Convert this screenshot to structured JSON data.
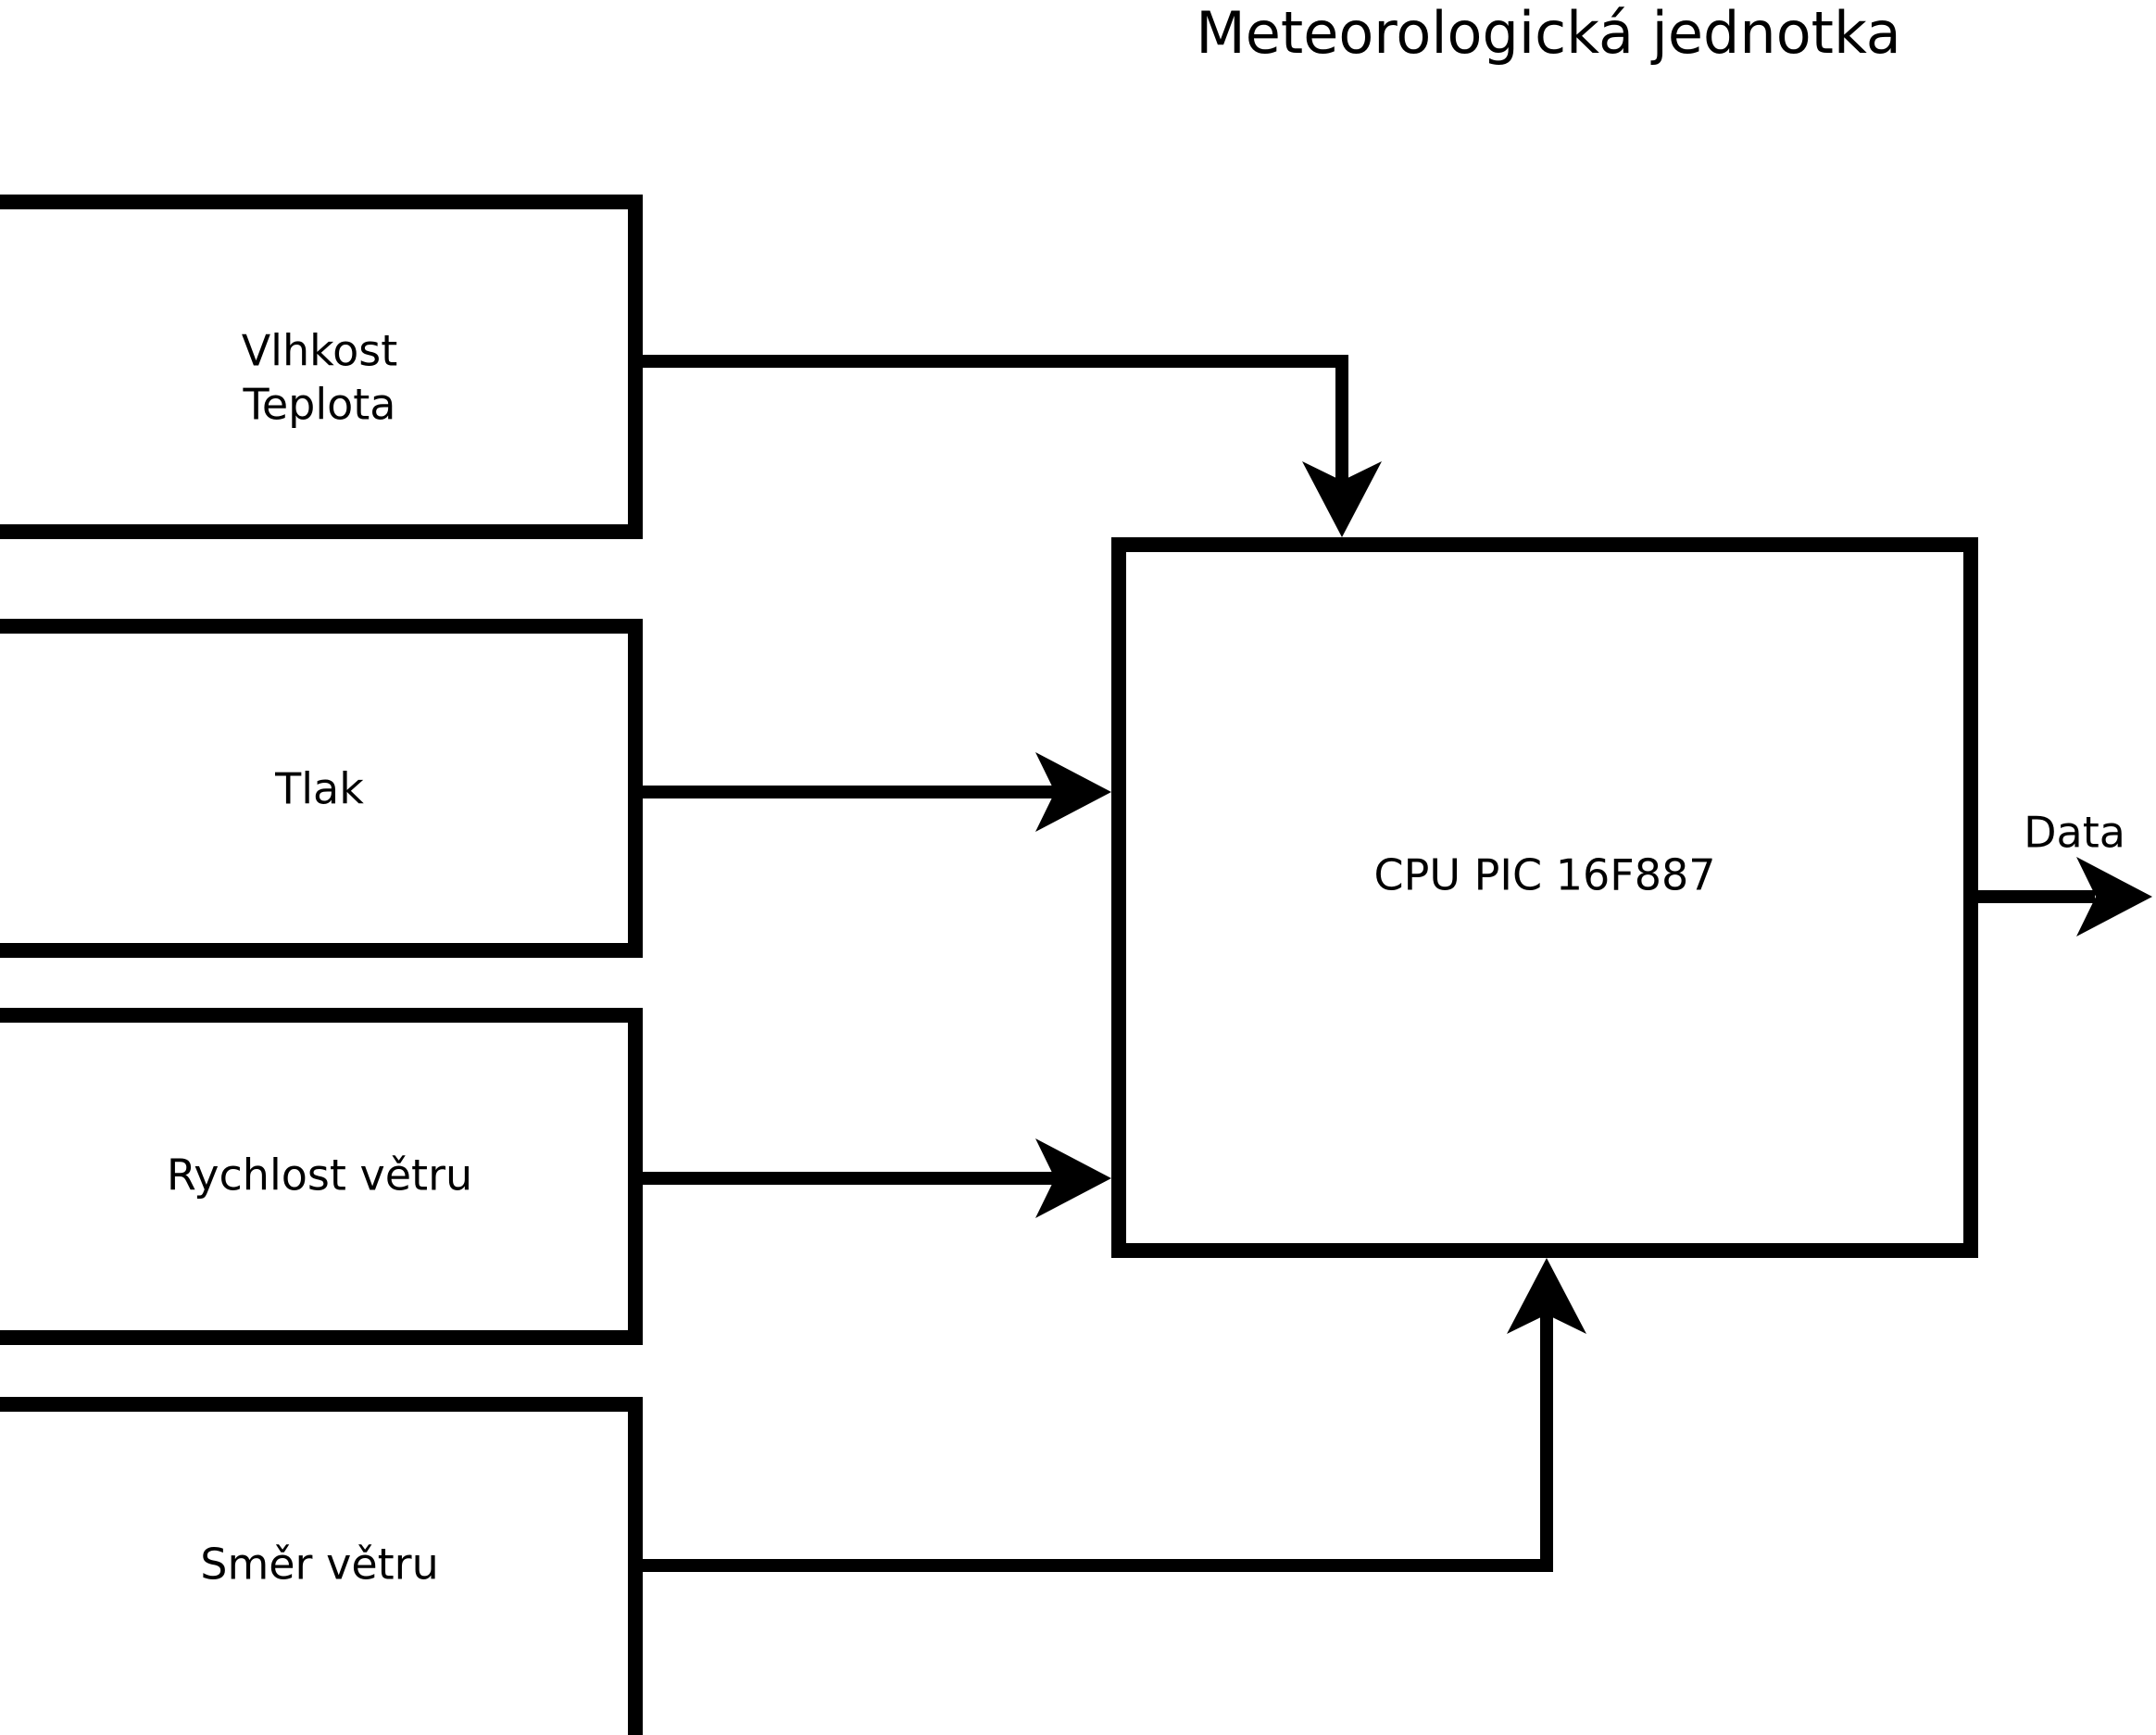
{
  "title": "Meteorologická jednotka",
  "diagram": {
    "type": "block-diagram",
    "background_color": "#ffffff",
    "line_color": "#000000",
    "nodes": [
      {
        "id": "humidity-temperature",
        "label_line1": "Vlhkost",
        "label_line2": "Teplota"
      },
      {
        "id": "pressure",
        "label": "Tlak"
      },
      {
        "id": "wind-speed",
        "label": "Rychlost větru"
      },
      {
        "id": "wind-direction",
        "label": "Směr větru"
      },
      {
        "id": "cpu",
        "label": "CPU PIC 16F887"
      }
    ],
    "edges": [
      {
        "id": "humidity-to-cpu",
        "from": "humidity-temperature",
        "to": "cpu",
        "label": ""
      },
      {
        "id": "pressure-to-cpu",
        "from": "pressure",
        "to": "cpu",
        "label": ""
      },
      {
        "id": "windspeed-to-cpu",
        "from": "wind-speed",
        "to": "cpu",
        "label": ""
      },
      {
        "id": "winddirection-to-cpu",
        "from": "wind-direction",
        "to": "cpu",
        "label": ""
      },
      {
        "id": "cpu-to-output",
        "from": "cpu",
        "to": "output",
        "label": "Data"
      }
    ]
  }
}
